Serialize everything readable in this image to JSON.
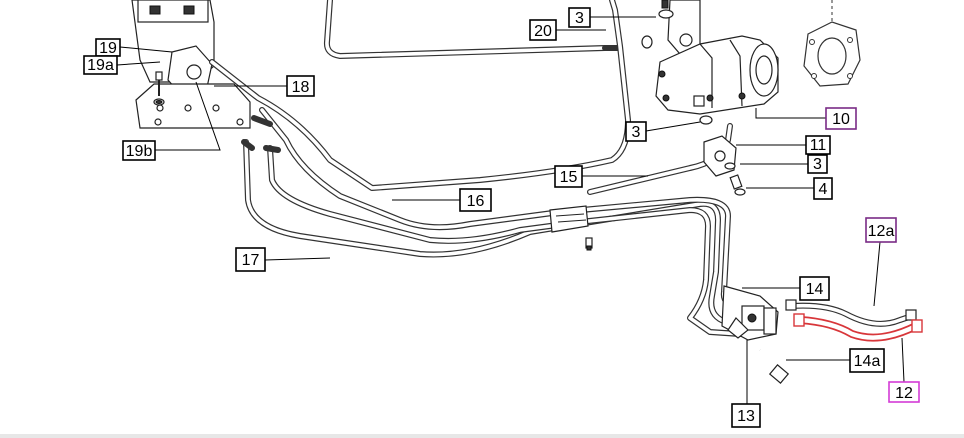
{
  "callouts": [
    {
      "id": "c19",
      "label": "19"
    },
    {
      "id": "c19a",
      "label": "19a"
    },
    {
      "id": "c19b",
      "label": "19b"
    },
    {
      "id": "c18",
      "label": "18"
    },
    {
      "id": "c20",
      "label": "20"
    },
    {
      "id": "c3a",
      "label": "3"
    },
    {
      "id": "c10",
      "label": "10"
    },
    {
      "id": "c3b",
      "label": "3"
    },
    {
      "id": "c11",
      "label": "11"
    },
    {
      "id": "c3c",
      "label": "3"
    },
    {
      "id": "c15",
      "label": "15"
    },
    {
      "id": "c4",
      "label": "4"
    },
    {
      "id": "c16",
      "label": "16"
    },
    {
      "id": "c17",
      "label": "17"
    },
    {
      "id": "c12a",
      "label": "12a"
    },
    {
      "id": "c14",
      "label": "14"
    },
    {
      "id": "c14a",
      "label": "14a"
    },
    {
      "id": "c12",
      "label": "12"
    },
    {
      "id": "c13",
      "label": "13"
    }
  ],
  "colors": {
    "highlight_purple": "#7a2b86",
    "highlight_magenta": "#d43bd6",
    "hose_red": "#d8363a",
    "line": "#333333"
  }
}
